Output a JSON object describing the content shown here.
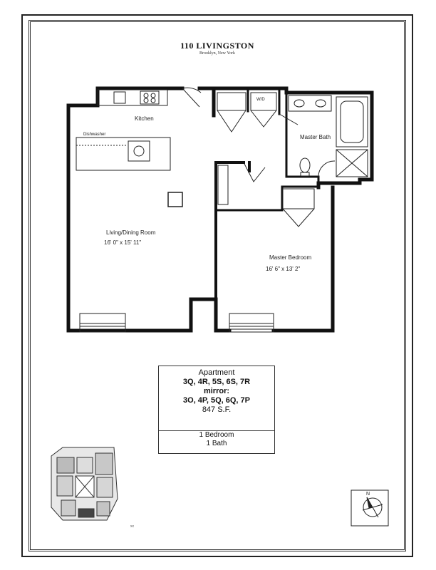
{
  "header": {
    "title": "110 LIVINGSTON",
    "subtitle": "Brooklyn, New York"
  },
  "rooms": {
    "kitchen": "Kitchen",
    "dishwasher": "Dishwasher",
    "living_dining": "Living/Dining Room",
    "living_dining_dims": "16' 0\" x 15' 11\"",
    "master_bath": "Master Bath",
    "master_bedroom": "Master Bedroom",
    "master_bedroom_dims": "16' 6\" x 13' 2\"",
    "wd": "W/D"
  },
  "info": {
    "heading": "Apartment",
    "units": "3Q, 4R, 5S, 6S, 7R",
    "mirror_label": "mirror:",
    "mirror_units": "3O, 4P, 5Q, 6Q, 7P",
    "area": "847 S.F.",
    "bedrooms": "1 Bedroom",
    "baths": "1 Bath"
  },
  "compass": {
    "label": "N"
  },
  "page_number": "xx"
}
